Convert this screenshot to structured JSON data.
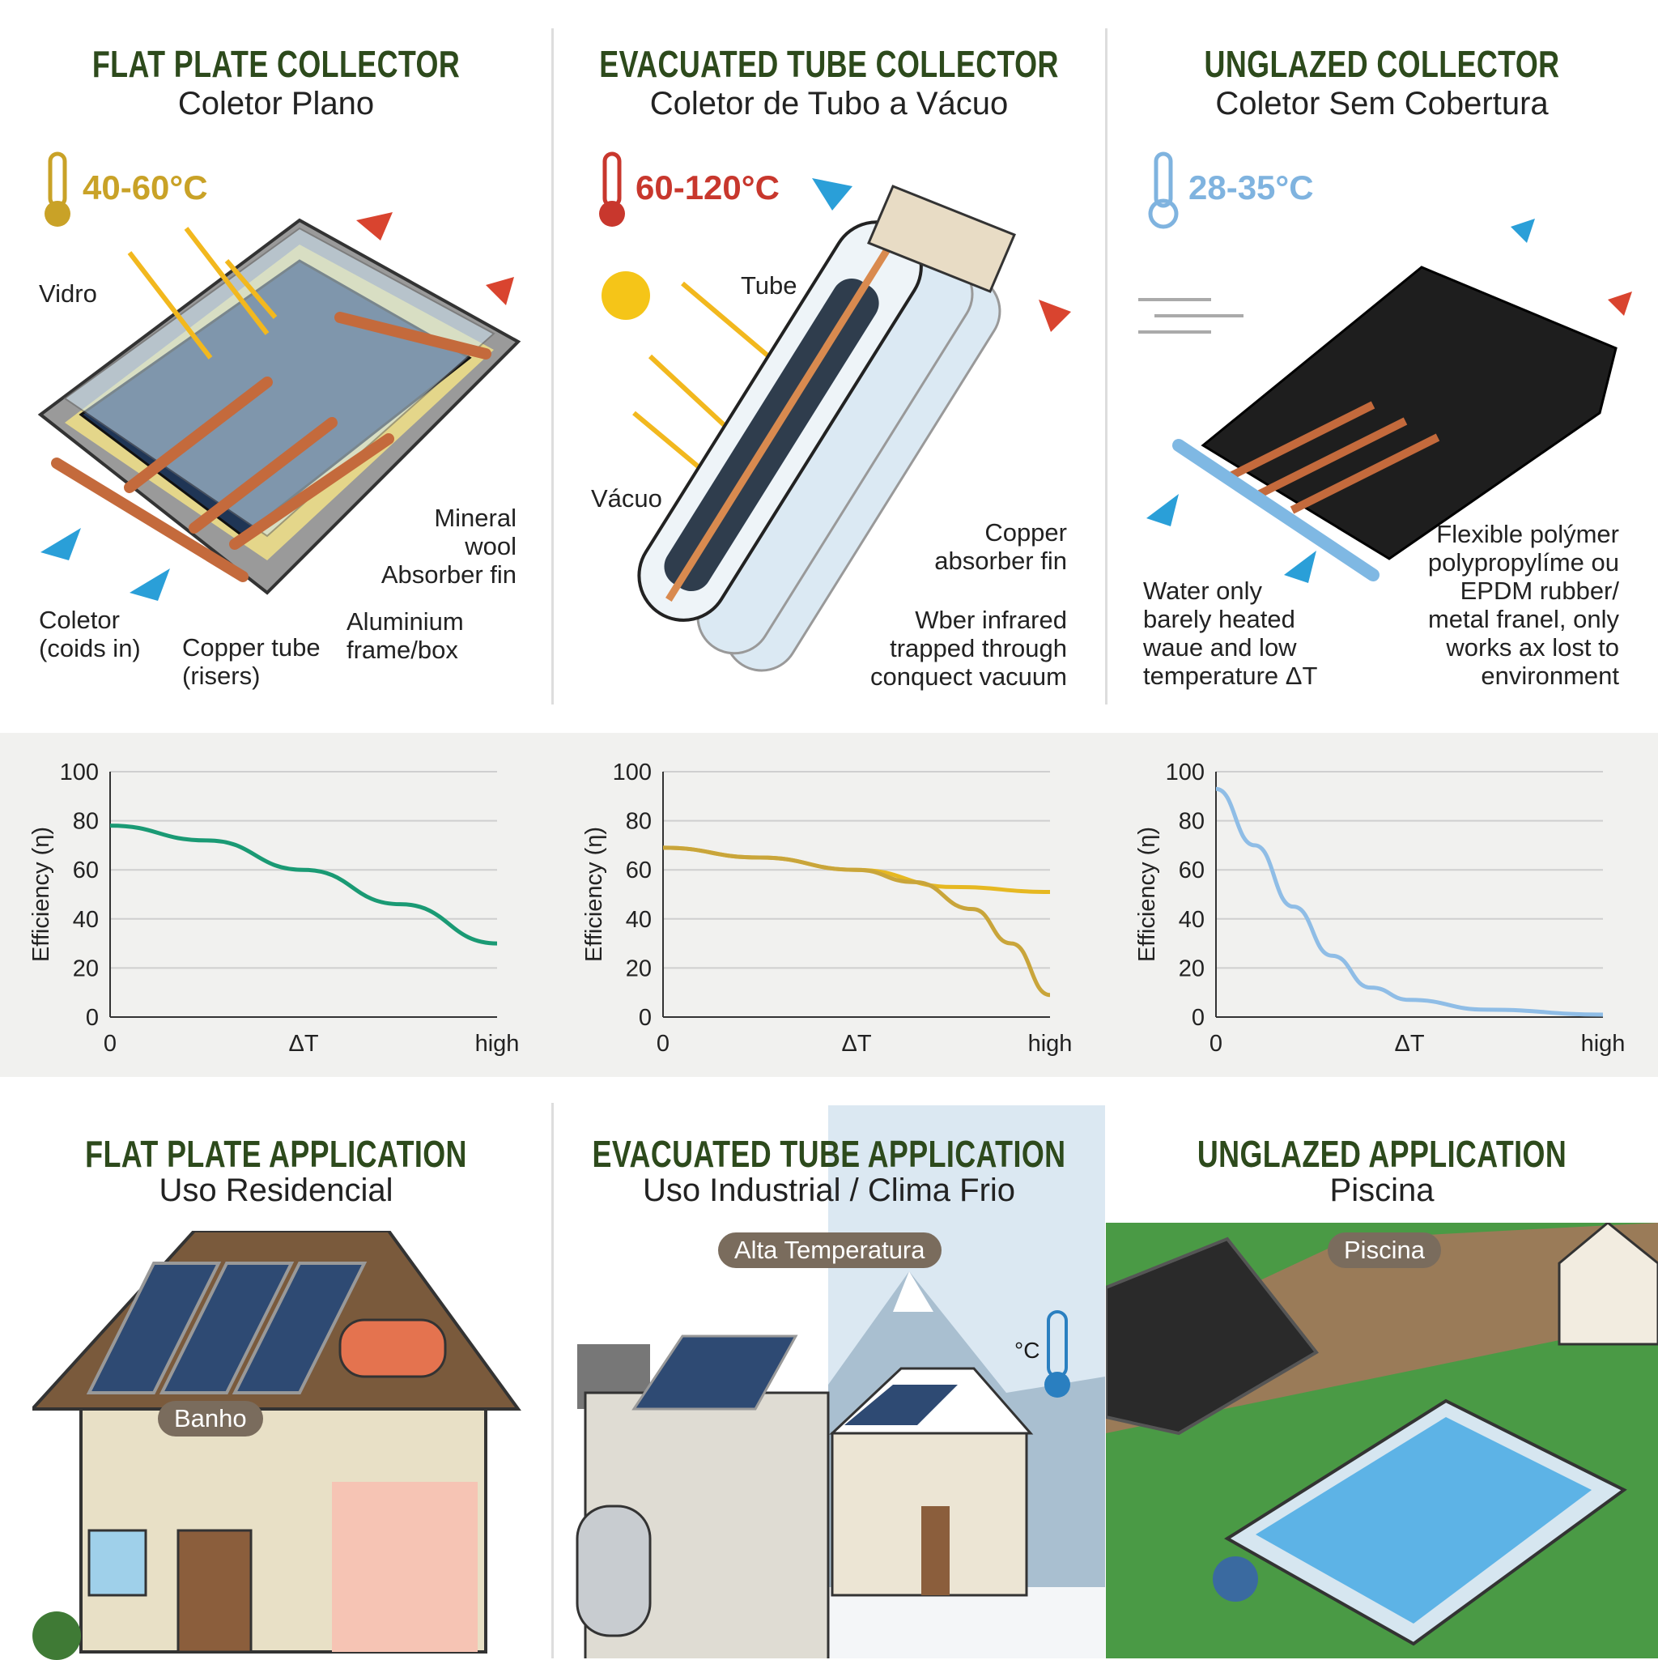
{
  "columns": [
    {
      "title": "FLAT PLATE COLLECTOR",
      "subtitle": "Coletor Plano",
      "temperature": "40-60°C",
      "temp_color": "#c9a227",
      "labels": {
        "glass": "Vidro",
        "wool": "Mineral\nwool\nAbsorber fin",
        "inlet": "Coletor\n(coids in)",
        "tube": "Copper tube\n(risers)",
        "frame": "Aluminium\nframe/box"
      }
    },
    {
      "title": "EVACUATED TUBE COLLECTOR",
      "subtitle": "Coletor de Tubo a Vácuo",
      "temperature": "60-120°C",
      "temp_color": "#c8372d",
      "labels": {
        "tube": "Tube",
        "vacuum": "Vácuo",
        "fin": "Copper\nabsorber fin",
        "infrared": "Wber infrared\ntrapped through\nconquect vacuum"
      }
    },
    {
      "title": "UNGLAZED COLLECTOR",
      "subtitle": "Coletor Sem Cobertura",
      "temperature": "28-35°C",
      "temp_color": "#7fb3df",
      "labels": {
        "water": "Water only\nbarely heated\nwaue and low\ntemperature ΔT",
        "polymer": "Flexible polýmer\npolypropylíme ou\nEPDM rubber/\nmetal franel, only\nworks ax lost to\nenvironment"
      }
    }
  ],
  "chart_data": [
    {
      "type": "line",
      "ylabel": "Efficiency (η)",
      "xticks": [
        "0",
        "ΔT",
        "high"
      ],
      "yticks": [
        0,
        20,
        40,
        60,
        80,
        100
      ],
      "ylim": [
        0,
        100
      ],
      "grid": true,
      "series": [
        {
          "color": "#1a9a74",
          "x": [
            0,
            0.25,
            0.5,
            0.75,
            1
          ],
          "y": [
            78,
            72,
            60,
            46,
            30
          ]
        }
      ]
    },
    {
      "type": "line",
      "ylabel": "Efficiency (η)",
      "xticks": [
        "0",
        "ΔT",
        "high"
      ],
      "yticks": [
        0,
        20,
        40,
        60,
        80,
        100
      ],
      "ylim": [
        0,
        100
      ],
      "grid": true,
      "series": [
        {
          "color": "#e6b821",
          "x": [
            0,
            0.25,
            0.5,
            0.75,
            1
          ],
          "y": [
            69,
            65,
            60,
            53,
            51
          ]
        },
        {
          "color": "#c9a53a",
          "x": [
            0,
            0.25,
            0.5,
            0.65,
            0.8,
            0.9,
            1
          ],
          "y": [
            69,
            65,
            60,
            55,
            44,
            30,
            9
          ]
        }
      ]
    },
    {
      "type": "line",
      "ylabel": "Efficiency (η)",
      "xticks": [
        "0",
        "ΔT",
        "high"
      ],
      "yticks": [
        0,
        20,
        40,
        60,
        80,
        100
      ],
      "ylim": [
        0,
        100
      ],
      "grid": true,
      "series": [
        {
          "color": "#8fbde6",
          "x": [
            0,
            0.1,
            0.2,
            0.3,
            0.4,
            0.5,
            0.7,
            1
          ],
          "y": [
            93,
            70,
            45,
            25,
            12,
            7,
            3,
            1
          ]
        }
      ]
    }
  ],
  "applications": [
    {
      "title": "FLAT PLATE APPLICATION",
      "subtitle": "Uso Residencial",
      "tag": "Banho"
    },
    {
      "title": "EVACUATED TUBE APPLICATION",
      "subtitle": "Uso Industrial / Clima Frio",
      "tag": "Alta Temperatura",
      "unit": "°C"
    },
    {
      "title": "UNGLAZED APPLICATION",
      "subtitle": "Piscina",
      "tag": "Piscina"
    }
  ]
}
